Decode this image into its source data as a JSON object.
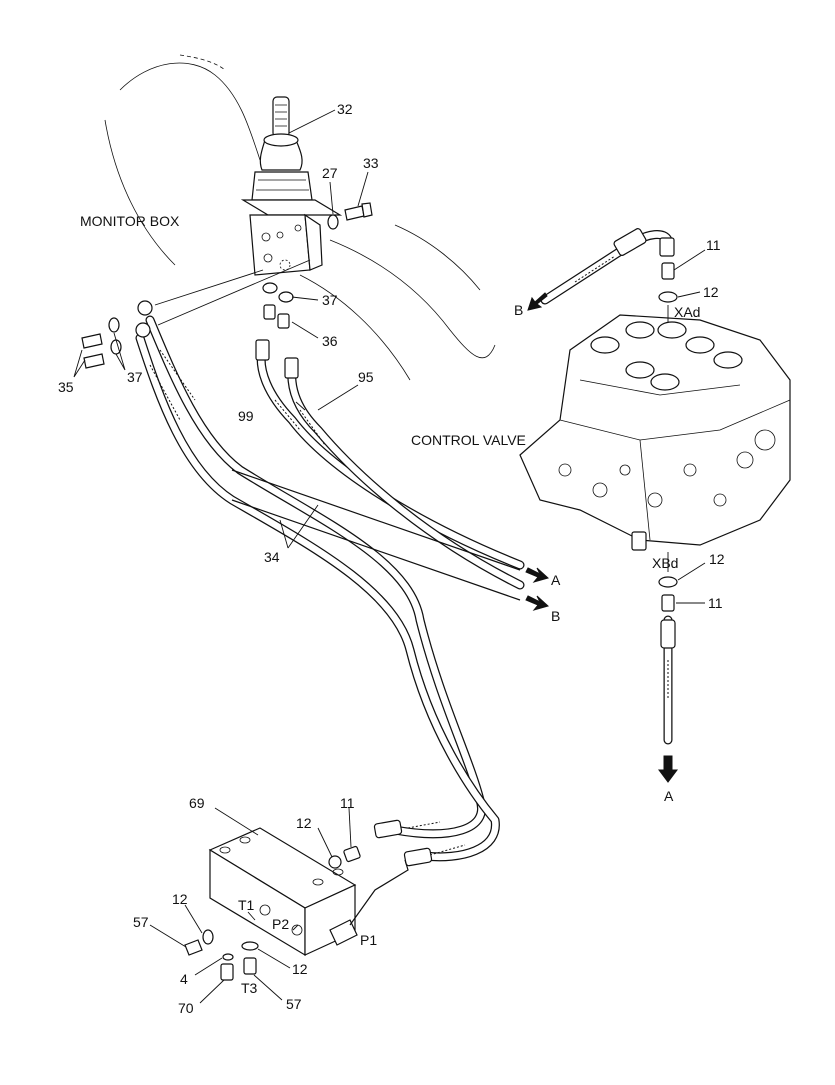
{
  "titles": {
    "monitor_box": "MONITOR BOX",
    "control_valve": "CONTROL VALVE"
  },
  "ports": {
    "xad": "XAd",
    "xbd": "XBd",
    "t1": "T1",
    "p2": "P2",
    "p1": "P1",
    "t3": "T3"
  },
  "flow": {
    "a_right": "A",
    "b_right": "B",
    "b_top": "B",
    "a_bottom": "A"
  },
  "callouts": {
    "c32": "32",
    "c33": "33",
    "c27": "27",
    "c37a": "37",
    "c36": "36",
    "c37b": "37",
    "c35": "35",
    "c95": "95",
    "c99": "99",
    "c34": "34",
    "c11a": "11",
    "c12a": "12",
    "c12b": "12",
    "c11b": "11",
    "c69": "69",
    "c11c": "11",
    "c12c": "12",
    "c12d": "12",
    "c57a": "57",
    "c4": "4",
    "c12e": "12",
    "c70": "70",
    "c57b": "57"
  }
}
